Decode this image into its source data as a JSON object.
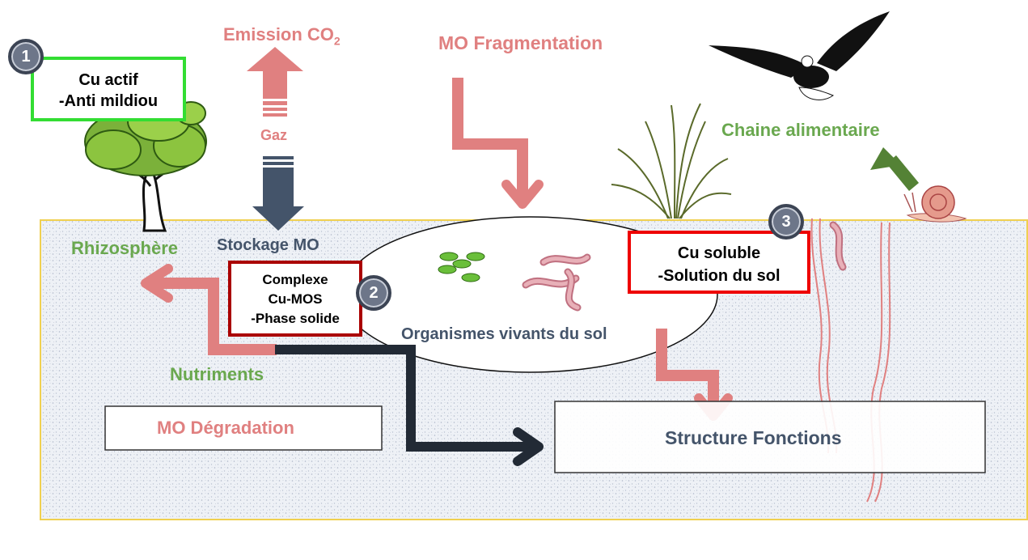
{
  "labels": {
    "emission": "Emission CO",
    "emission_sub": "2",
    "fragmentation": "MO Fragmentation",
    "gaz": "Gaz",
    "chaine": "Chaine alimentaire",
    "rhizosphere": "Rhizosphère",
    "stockage": "Stockage MO",
    "organismes": "Organismes vivants du sol",
    "nutriments": "Nutriments",
    "degradation": "MO Dégradation",
    "structure": "Structure  Fonctions"
  },
  "boxes": {
    "box1": {
      "badge": "1",
      "line1": "Cu actif",
      "line2": "-Anti mildiou"
    },
    "box2": {
      "badge": "2",
      "line1": "Complexe",
      "line2": "Cu-MOS",
      "line3": "-Phase solide"
    },
    "box3": {
      "badge": "3",
      "line1": "Cu soluble",
      "line2": "-Solution du sol"
    }
  },
  "colors": {
    "pink": "#e08080",
    "green_label": "#6aa84f",
    "slate": "#44546a",
    "dark_arrow": "#222a35",
    "green_box": "#33dd33",
    "red_box": "#ee0000",
    "dark_red_box": "#aa0000",
    "soil_border": "#f0d050"
  }
}
